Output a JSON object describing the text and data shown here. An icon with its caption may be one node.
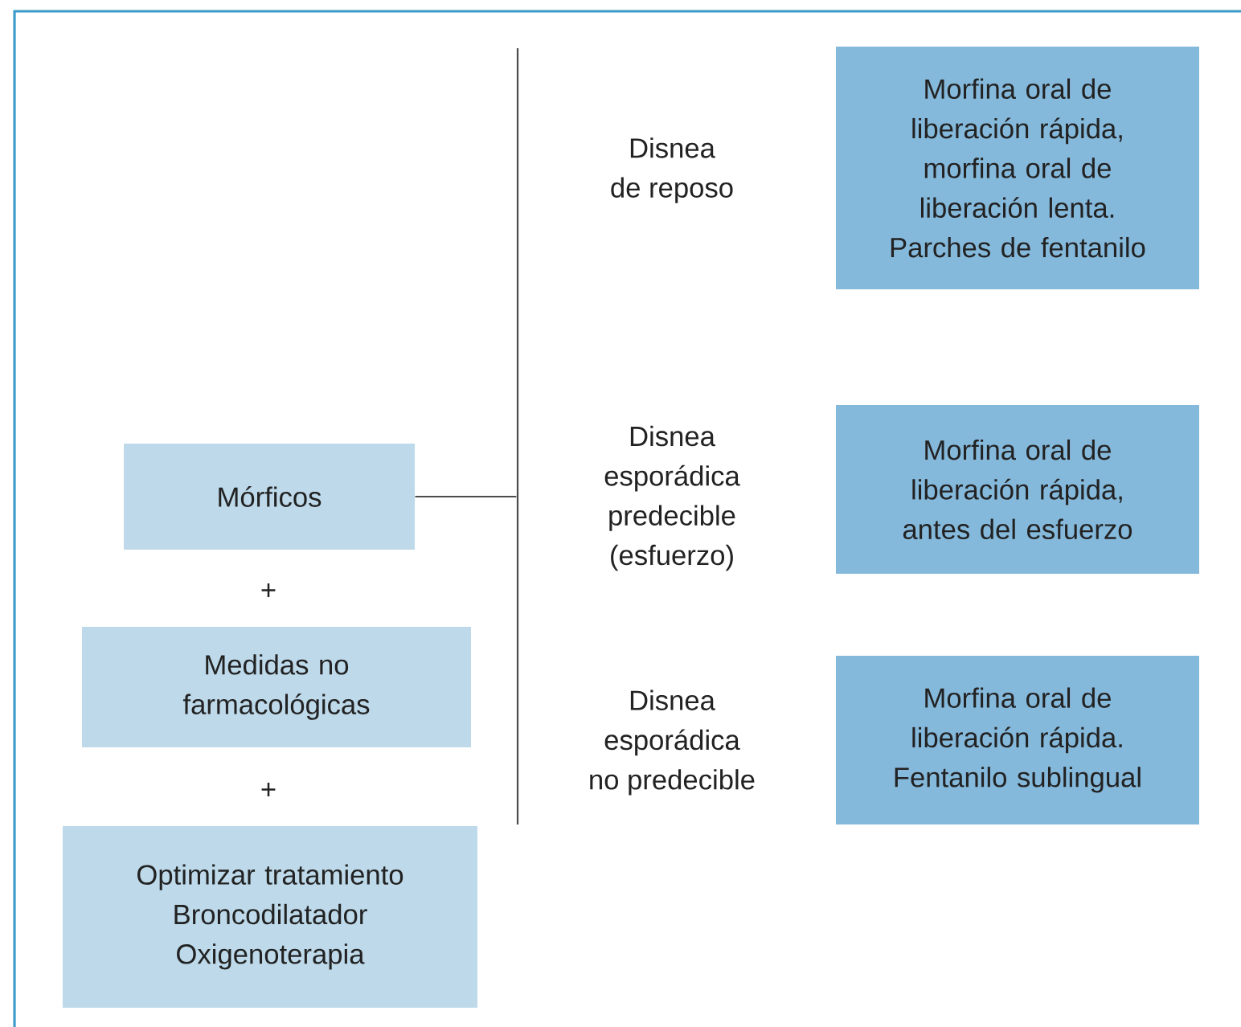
{
  "diagram": {
    "nodes": [
      {
        "text": [
          "Mórficos"
        ]
      },
      {
        "text": [
          "Medidas no farmacológicas"
        ]
      },
      {
        "text": [
          "Optimizar tratamiento",
          "Broncodilatador",
          "Oxigenoterapia"
        ]
      },
      {
        "text": [
          "Disnea de reposo"
        ]
      },
      {
        "text": [
          "Disnea esporádica predecible (esfuerzo)"
        ]
      },
      {
        "text": [
          "Disnea esporádica no predecible"
        ]
      },
      {
        "text": [
          "Morfina oral de liberación rápida, morfina oral de liberación lenta. Parches de fentanilo"
        ]
      },
      {
        "text": [
          "Morfina oral de liberación rápida, antes del esfuerzo"
        ]
      },
      {
        "text": [
          "Morfina oral de liberación rápida. Fentanilo sublingual"
        ]
      },
      {
        "text": [],
        "shape": "bar"
      }
    ],
    "edges": [
      {
        "from": 0,
        "to": 9,
        "arrow": "none"
      }
    ],
    "labels": [
      "+",
      "+"
    ]
  }
}
